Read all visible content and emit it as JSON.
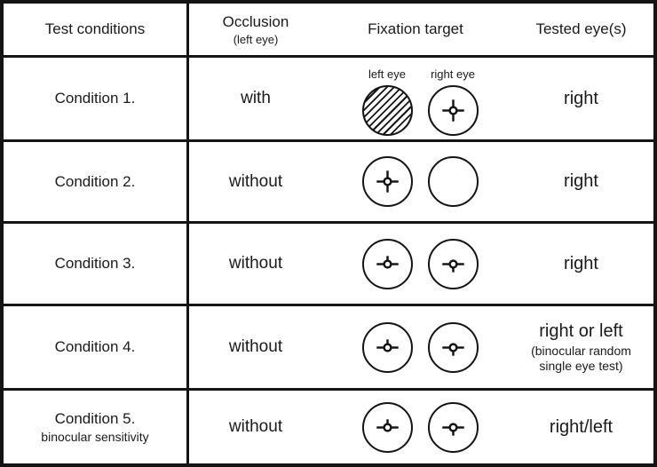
{
  "header": {
    "test_conditions": "Test conditions",
    "occlusion": "Occlusion",
    "occlusion_sub": "(left eye)",
    "fixation_target": "Fixation target",
    "tested_eyes": "Tested eye(s)"
  },
  "rows": [
    {
      "condition": "Condition 1.",
      "occlusion": "with",
      "left_label": "left eye",
      "right_label": "right eye",
      "left_glyph": "hatched",
      "right_glyph": "full-cross",
      "tested": "right"
    },
    {
      "condition": "Condition 2.",
      "occlusion": "without",
      "left_glyph": "full-cross",
      "right_glyph": "empty",
      "tested": "right"
    },
    {
      "condition": "Condition 3.",
      "occlusion": "without",
      "left_glyph": "cross-top",
      "right_glyph": "cross-bottom",
      "tested": "right"
    },
    {
      "condition": "Condition 4.",
      "occlusion": "without",
      "left_glyph": "cross-top",
      "right_glyph": "cross-bottom",
      "tested": "right or left",
      "tested_note_1": "(binocular random",
      "tested_note_2": "single eye test)"
    },
    {
      "condition": "Condition 5.",
      "condition_sub": "binocular sensitivity",
      "occlusion": "without",
      "left_glyph": "cross-top",
      "right_glyph": "cross-bottom",
      "tested": "right/left"
    }
  ],
  "colors": {
    "border": "#141414",
    "text": "#1a1a1a",
    "background": "#ffffff"
  }
}
